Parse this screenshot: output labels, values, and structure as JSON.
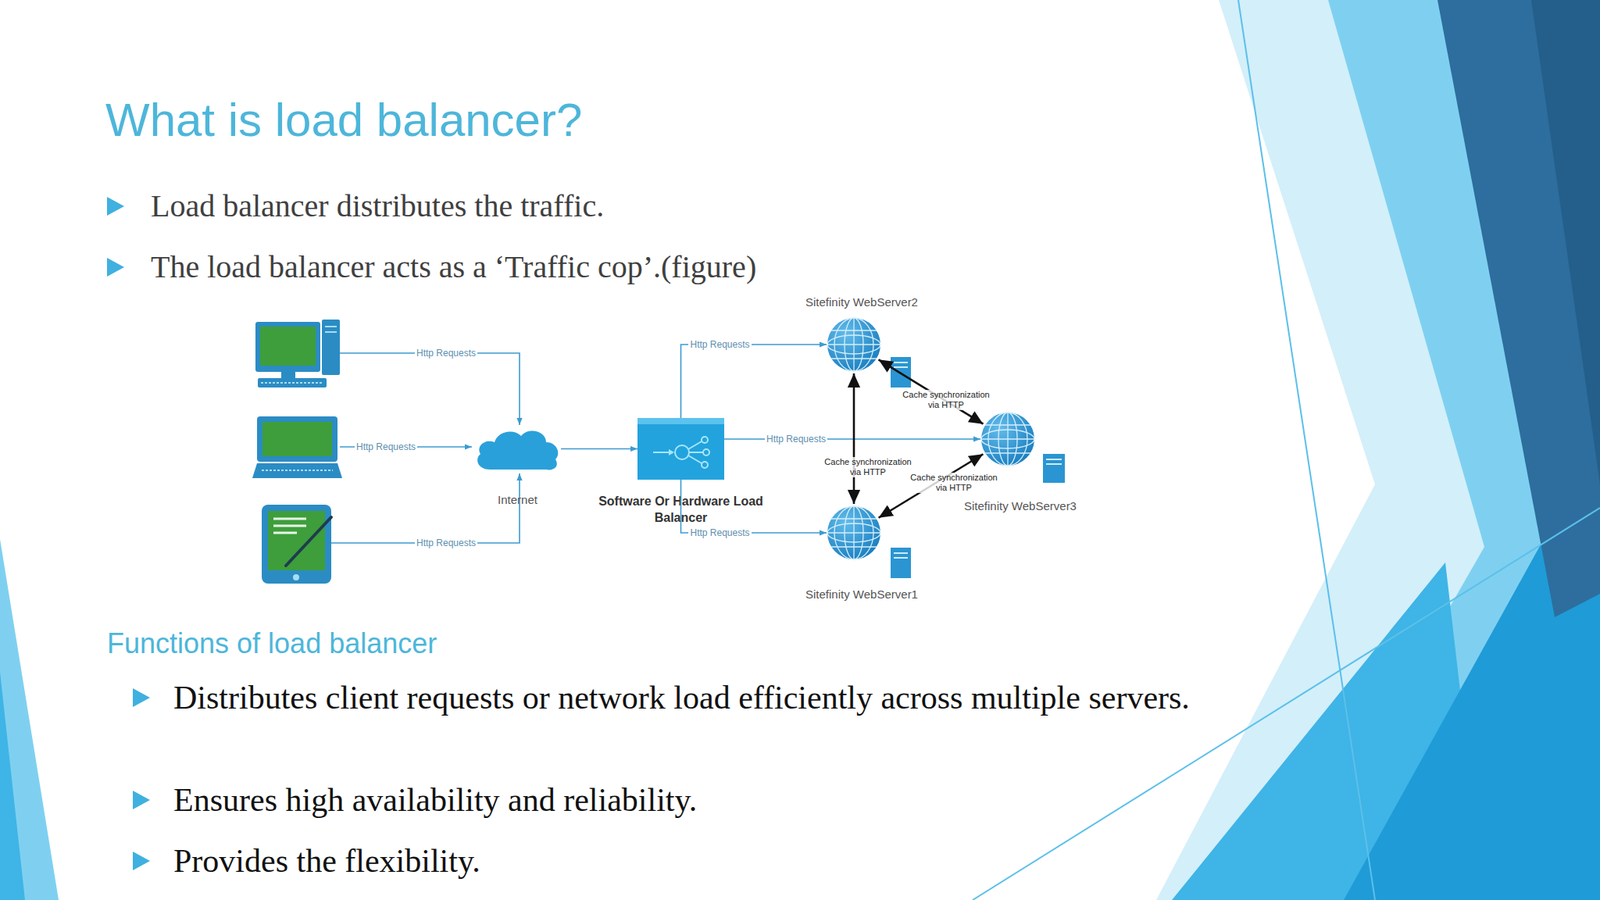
{
  "diagram": {
    "title": "What is load balancer?",
    "nodes": [
      {
        "text": [
          "Internet"
        ]
      },
      {
        "text": [
          "Software Or Hardware Load Balancer"
        ]
      },
      {
        "text": [
          "Sitefinity WebServer2"
        ]
      },
      {
        "text": [
          "Sitefinity WebServer3"
        ]
      },
      {
        "text": [
          "Sitefinity WebServer1"
        ]
      }
    ],
    "edges": [
      {
        "from": 0,
        "to": 1,
        "arrow": "to"
      },
      {
        "from": 1,
        "to": 2,
        "label": "Http Requests",
        "arrow": "to"
      },
      {
        "from": 1,
        "to": 3,
        "label": "Http Requests",
        "arrow": "to"
      },
      {
        "from": 1,
        "to": 4,
        "label": "Http Requests",
        "arrow": "to"
      },
      {
        "from": 4,
        "to": 2,
        "label": "Cache synchronization via HTTP",
        "arrow": "both"
      },
      {
        "from": 2,
        "to": 3,
        "label": "Cache synchronization via HTTP",
        "arrow": "both"
      },
      {
        "from": 3,
        "to": 4,
        "label": "Cache synchronization via HTTP",
        "arrow": "both"
      }
    ],
    "labels": [
      "Load balancer distributes the traffic.",
      "The load balancer acts as a ‘Traffic cop’.(figure)",
      "Http Requests",
      "Http Requests",
      "Http Requests",
      "Functions of load balancer",
      "Distributes client requests or network load efficiently across multiple servers.",
      "Ensures high availability and reliability.",
      "Provides the flexibility."
    ]
  }
}
